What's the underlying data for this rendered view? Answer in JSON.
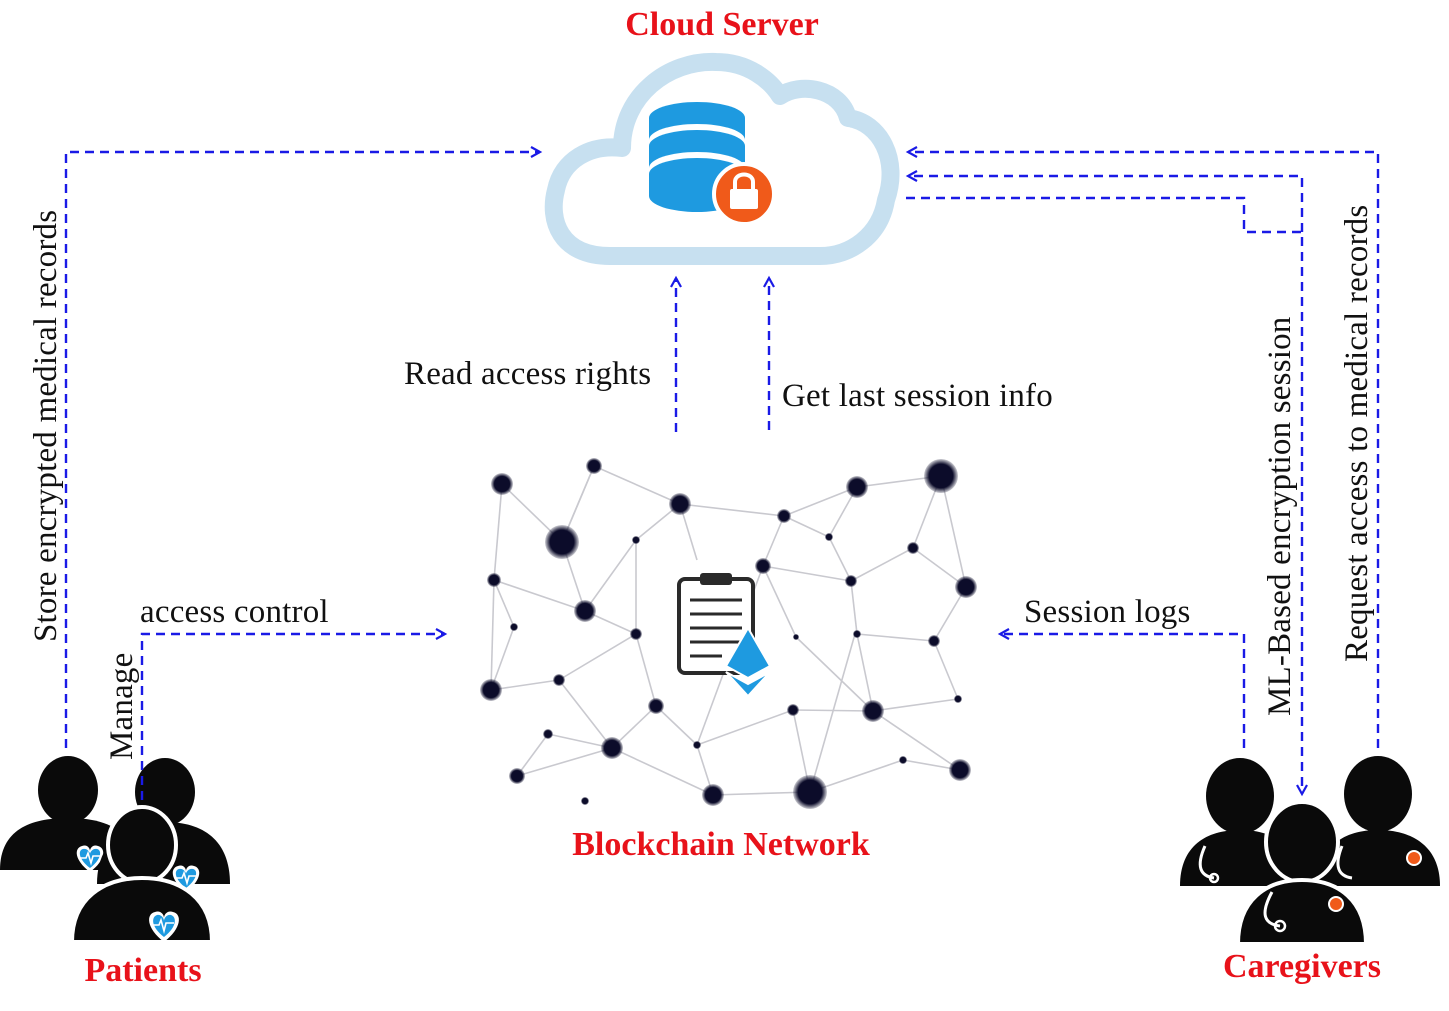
{
  "nodes": {
    "cloud": {
      "title": "Cloud Server"
    },
    "blockchain": {
      "title": "Blockchain Network"
    },
    "patients": {
      "title": "Patients"
    },
    "caregivers": {
      "title": "Caregivers"
    }
  },
  "edges": {
    "store": {
      "label": "Store encrypted medical records"
    },
    "manage_1": {
      "label": "Manage"
    },
    "manage_2": {
      "label": "access control"
    },
    "read_rights": {
      "label": "Read access rights"
    },
    "last_session": {
      "label": "Get last session info"
    },
    "session_logs": {
      "label": "Session logs"
    },
    "ml_session": {
      "label": "ML-Based encryption session"
    },
    "request": {
      "label": "Request access to medical records"
    }
  },
  "colors": {
    "title_red": "#e8121a",
    "arrow_blue": "#1a1ae6",
    "cloud_outline": "#c7e0f0",
    "database_blue": "#1e9ae0",
    "lock_orange": "#f05a1a",
    "node_dark": "#0c0c2a",
    "person_black": "#0a0a0a"
  }
}
